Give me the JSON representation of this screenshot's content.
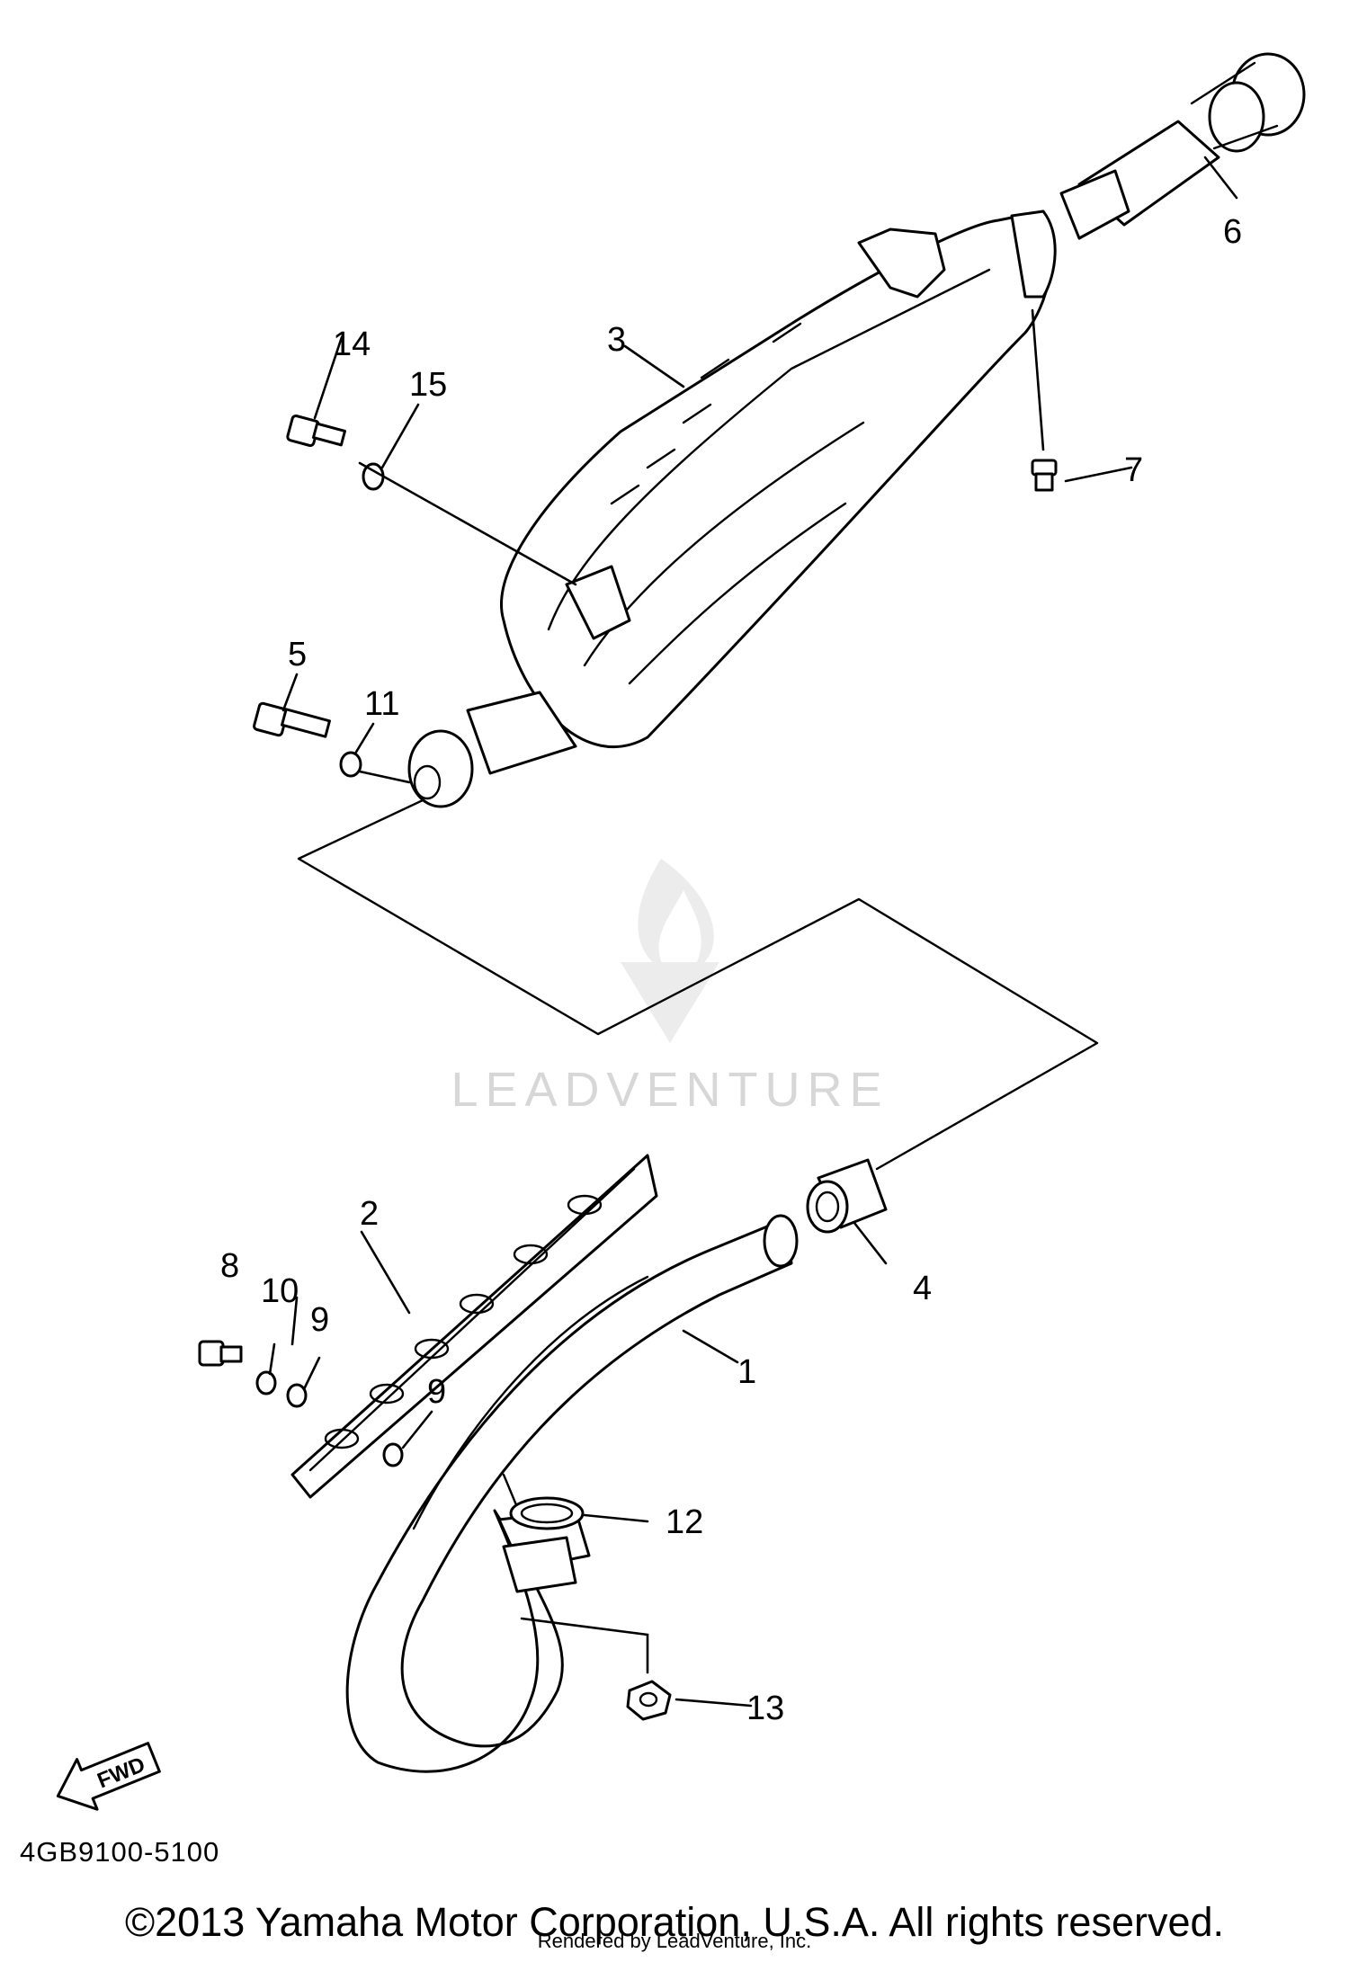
{
  "diagram": {
    "part_numbers": [
      "1",
      "2",
      "3",
      "4",
      "5",
      "6",
      "7",
      "8",
      "9",
      "9",
      "10",
      "11",
      "12",
      "13",
      "14",
      "15"
    ],
    "direction_label": "FWD",
    "diagram_code": "4GB9100-5100",
    "watermark": "LEADVENTURE"
  },
  "footer": {
    "copyright": "©2013 Yamaha Motor Corporation, U.S.A. All rights reserved.",
    "rendered_by": "Rendered by LeadVenture, Inc."
  }
}
